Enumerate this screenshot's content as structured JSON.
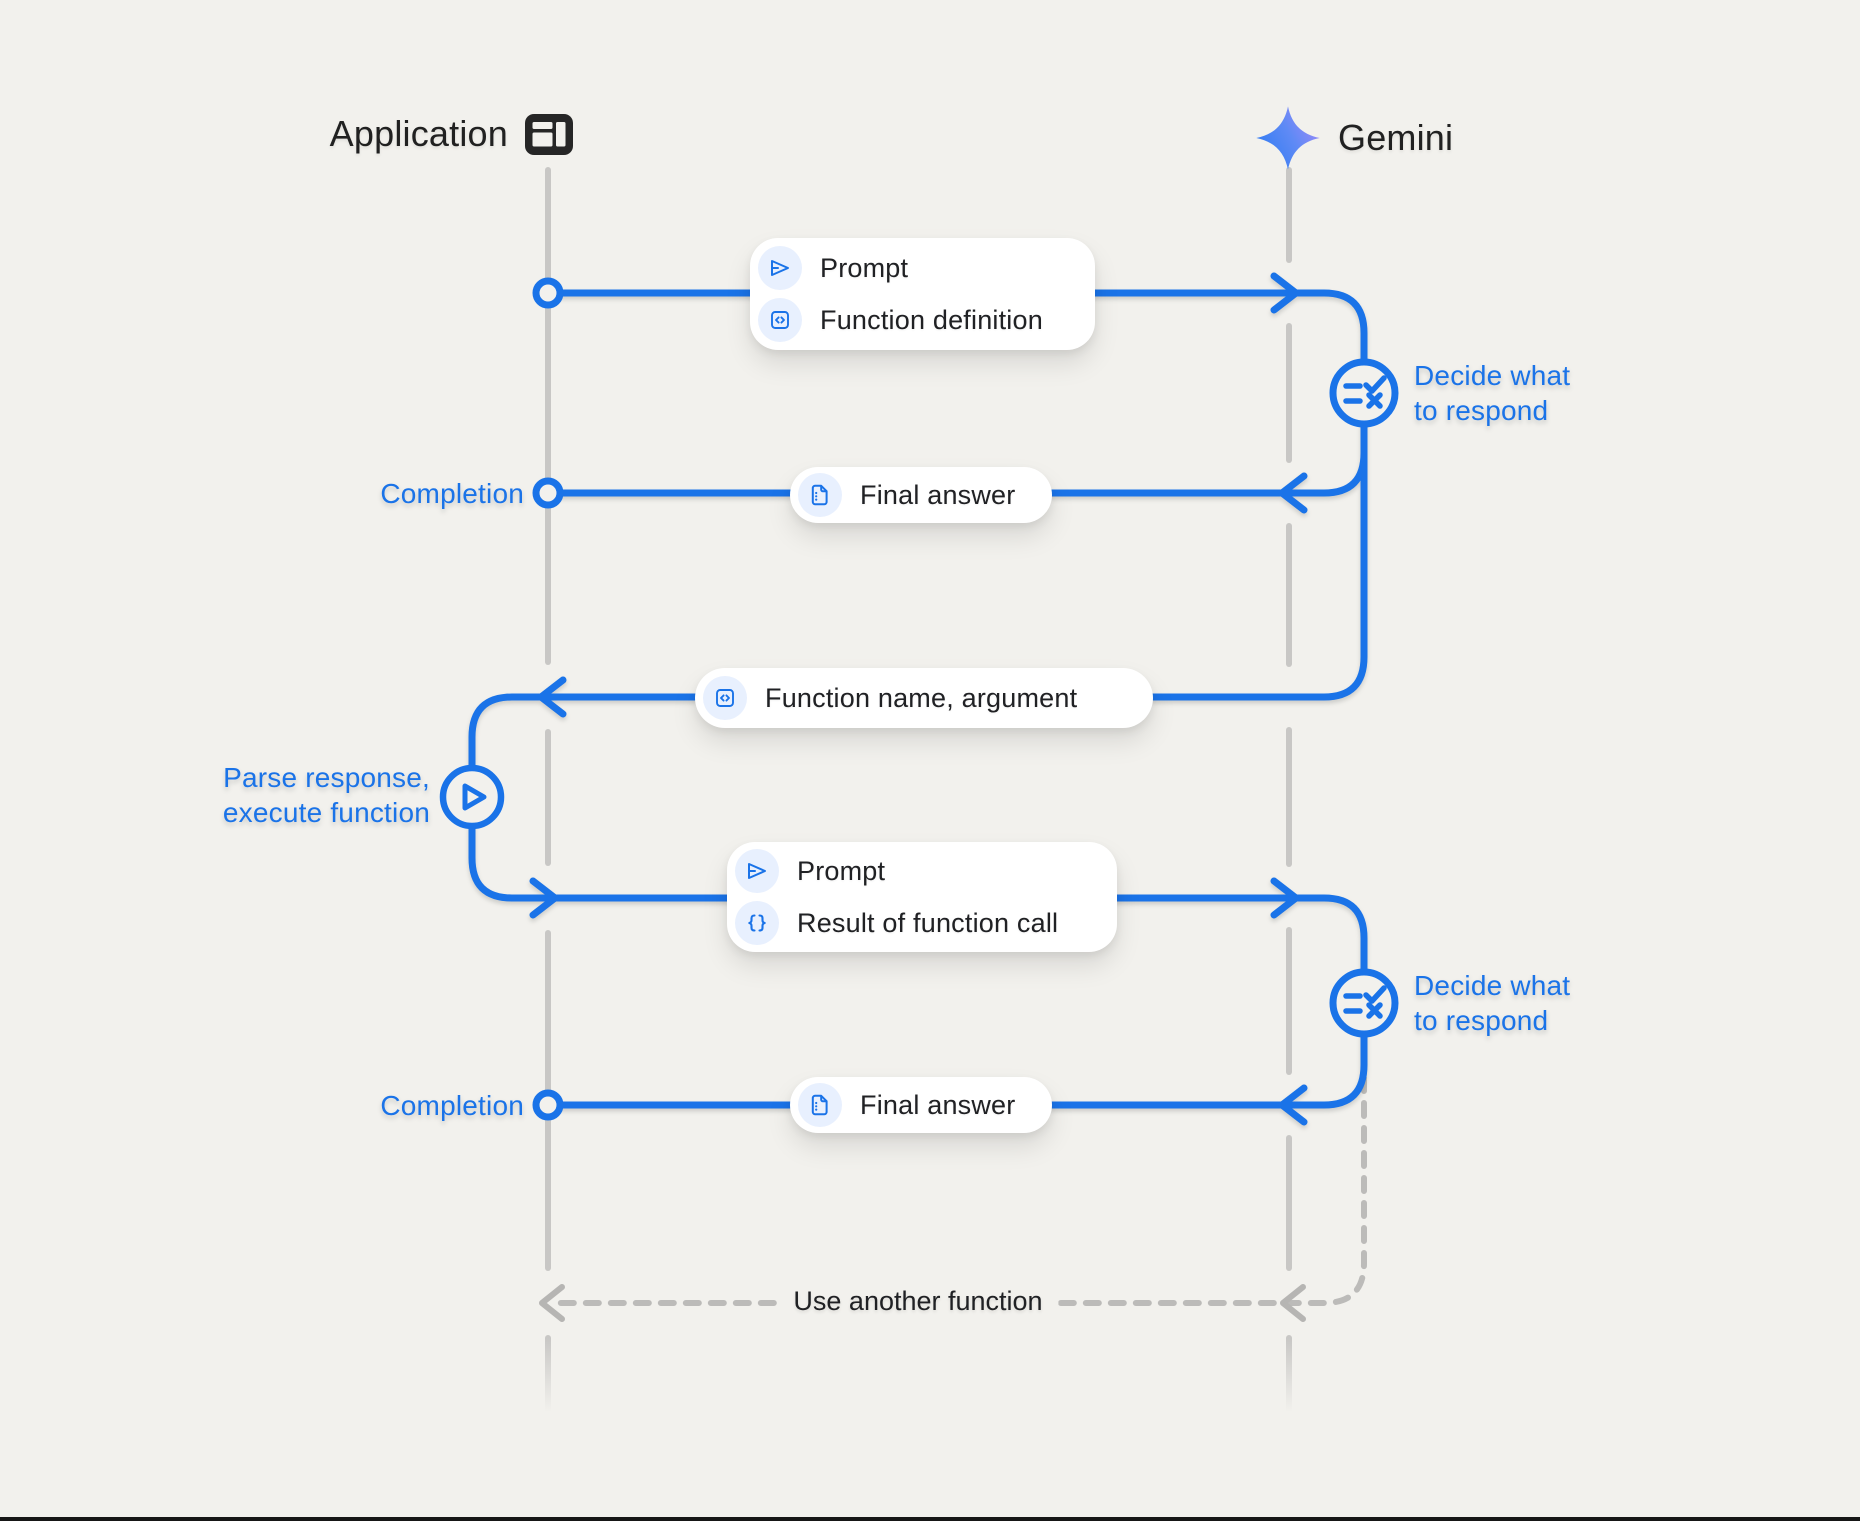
{
  "diagram": {
    "type": "sequence-flow",
    "description_colors": {
      "background": "#f2f1ed",
      "accent_blue": "#1a73e8",
      "icon_chip_blue": "#e8f0fe",
      "lifeline_gray": "#c8c7c5",
      "dashed_gray": "#bcbbb9",
      "card_white": "#ffffff",
      "dark_text": "#202124",
      "gemini_gradient_start": "#2e7bf2",
      "gemini_gradient_end": "#a08bf8"
    }
  },
  "actors": {
    "application": {
      "label": "Application",
      "icon": "app-window-icon"
    },
    "gemini": {
      "label": "Gemini",
      "icon": "gemini-spark-icon"
    }
  },
  "cards": {
    "c1": {
      "rows": [
        {
          "icon": "send-icon",
          "label": "Prompt"
        },
        {
          "icon": "code-brackets-icon",
          "label": "Function definition"
        }
      ]
    },
    "c2": {
      "rows": [
        {
          "icon": "document-icon",
          "label": "Final answer"
        }
      ]
    },
    "c3": {
      "rows": [
        {
          "icon": "code-brackets-icon",
          "label": "Function name, argument"
        }
      ]
    },
    "c4": {
      "rows": [
        {
          "icon": "send-icon",
          "label": "Prompt"
        },
        {
          "icon": "curly-braces-icon",
          "label": "Result of function call"
        }
      ]
    },
    "c5": {
      "rows": [
        {
          "icon": "document-icon",
          "label": "Final answer"
        }
      ]
    }
  },
  "annotations": {
    "completion_1": "Completion",
    "completion_2": "Completion",
    "decide_1": "Decide what to respond",
    "decide_2": "Decide what to respond",
    "parse_execute": "Parse response, execute function",
    "use_another_function": "Use another function"
  }
}
